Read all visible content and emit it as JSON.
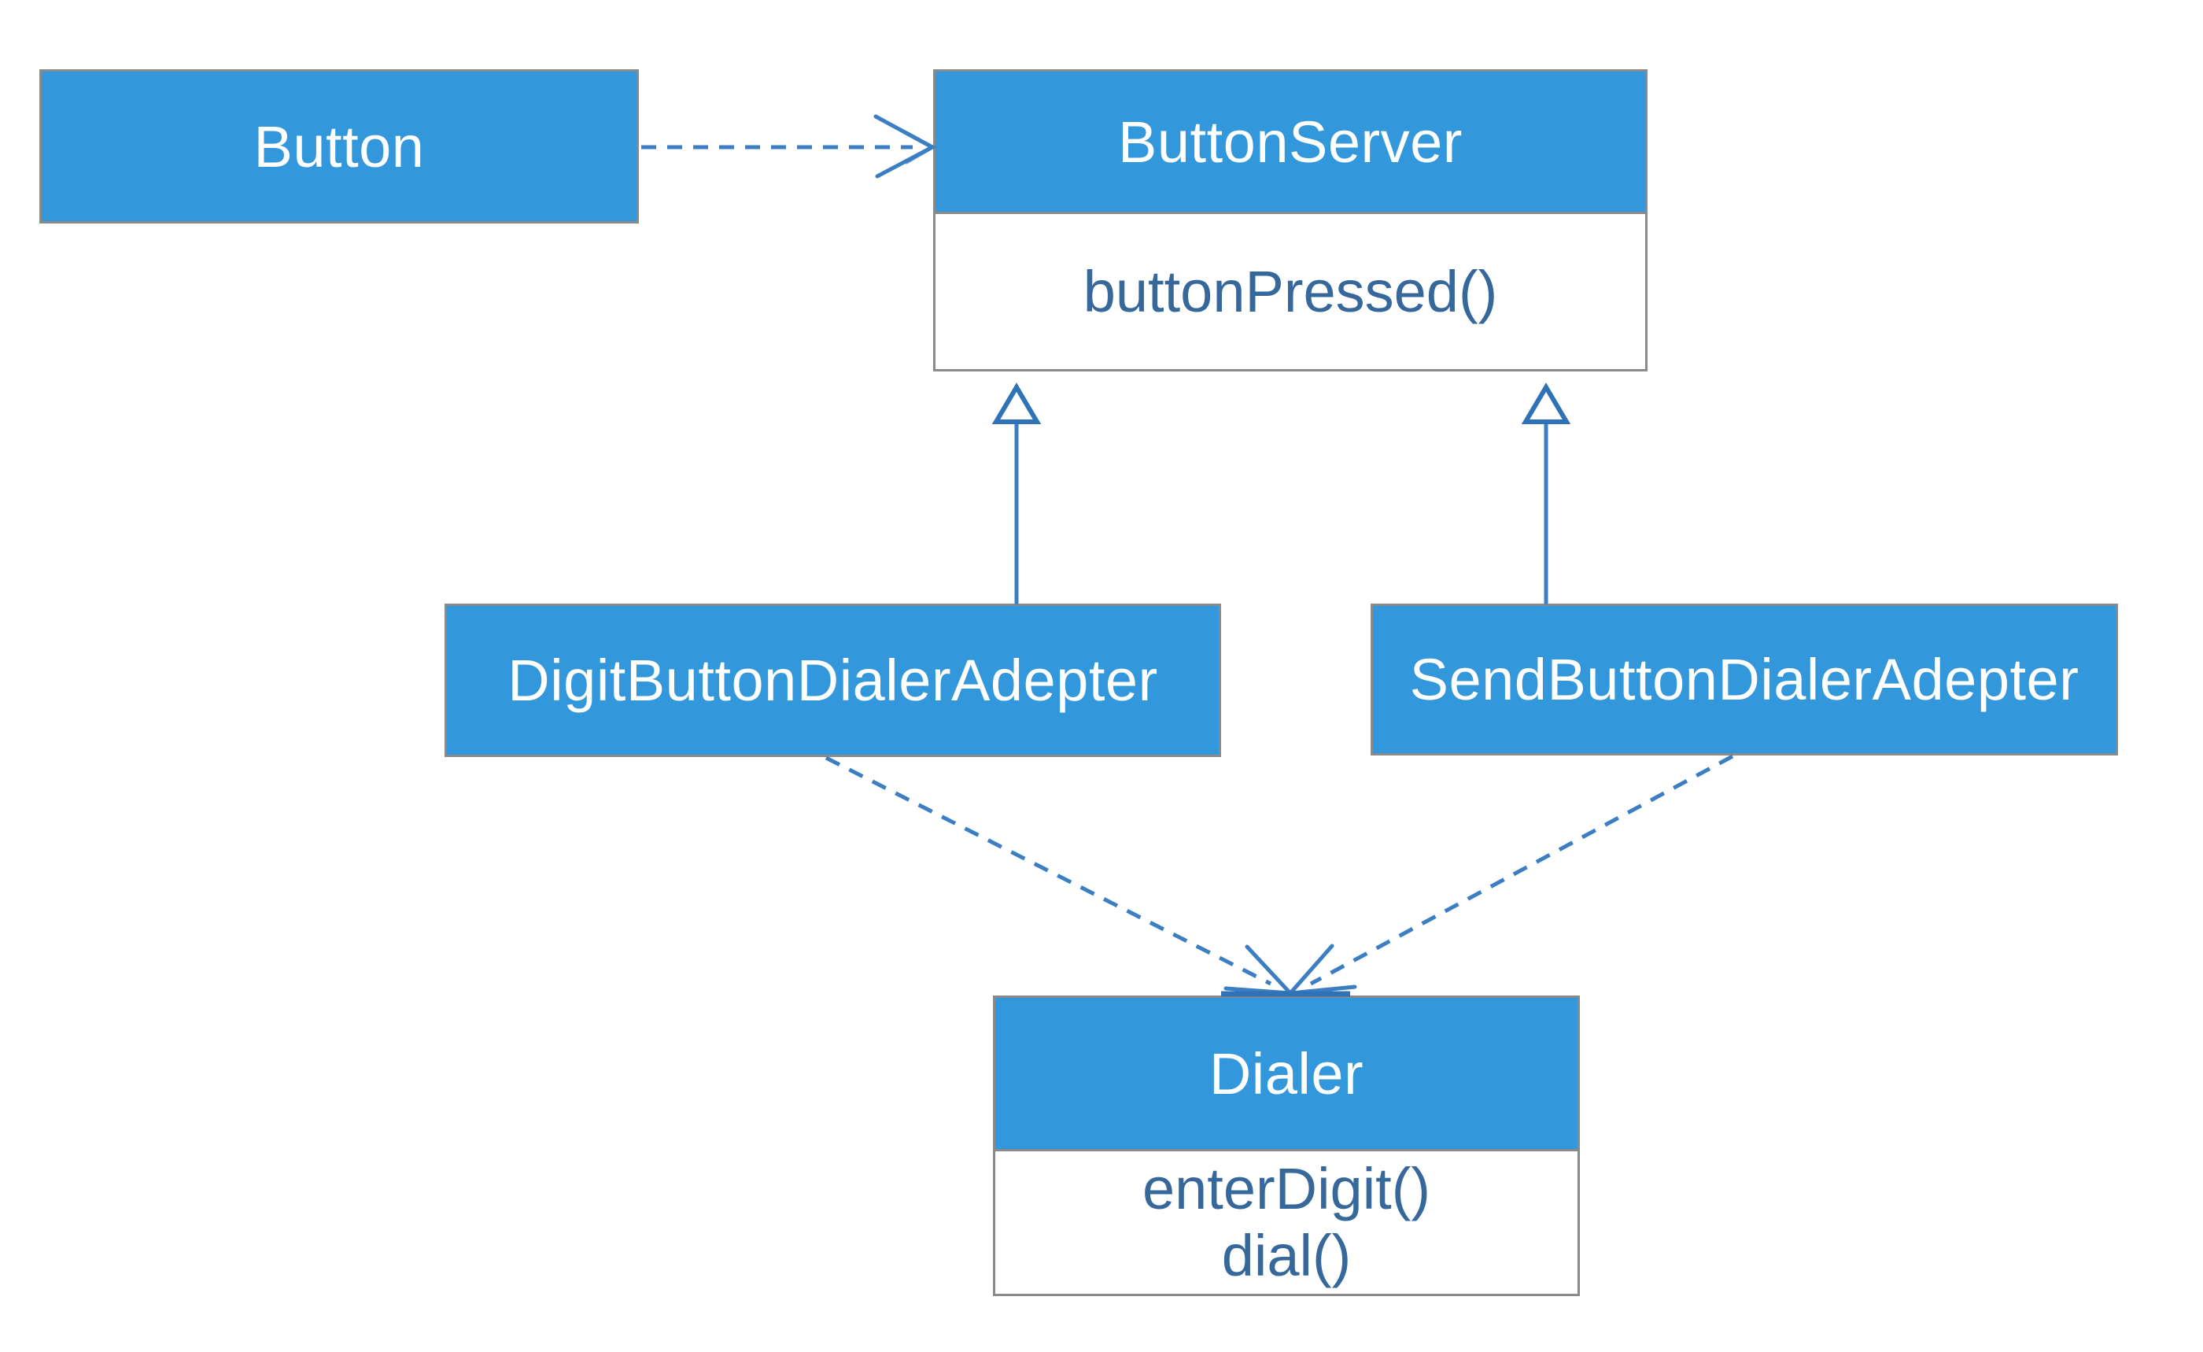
{
  "diagram": {
    "type": "uml-class-diagram",
    "background": "#ffffff"
  },
  "colors": {
    "box_fill": "#3397db",
    "box_border": "#8a8a8a",
    "connector": "#3b7ec4",
    "triangle_stroke": "#2f73b6",
    "method_text": "#36689b",
    "title_text": "#ffffff",
    "canvas_bg": "#ffffff"
  },
  "classes": [
    {
      "name": "Button",
      "methods": []
    },
    {
      "name": "ButtonServer",
      "methods": [
        "buttonPressed()"
      ]
    },
    {
      "name": "DigitButtonDialerAdepter",
      "methods": []
    },
    {
      "name": "SendButtonDialerAdepter",
      "methods": []
    },
    {
      "name": "Dialer",
      "methods": [
        "enterDigit()",
        "dial()"
      ]
    }
  ],
  "relationships": [
    {
      "type": "dependency",
      "from": "Button",
      "to": "ButtonServer",
      "style": "dashed-open-arrow"
    },
    {
      "type": "generalization",
      "from": "DigitButtonDialerAdepter",
      "to": "ButtonServer",
      "style": "solid-hollow-triangle"
    },
    {
      "type": "generalization",
      "from": "SendButtonDialerAdepter",
      "to": "ButtonServer",
      "style": "solid-hollow-triangle"
    },
    {
      "type": "dependency",
      "from": "DigitButtonDialerAdepter",
      "to": "Dialer",
      "style": "dashed-open-arrow"
    },
    {
      "type": "dependency",
      "from": "SendButtonDialerAdepter",
      "to": "Dialer",
      "style": "dashed-open-arrow"
    }
  ]
}
